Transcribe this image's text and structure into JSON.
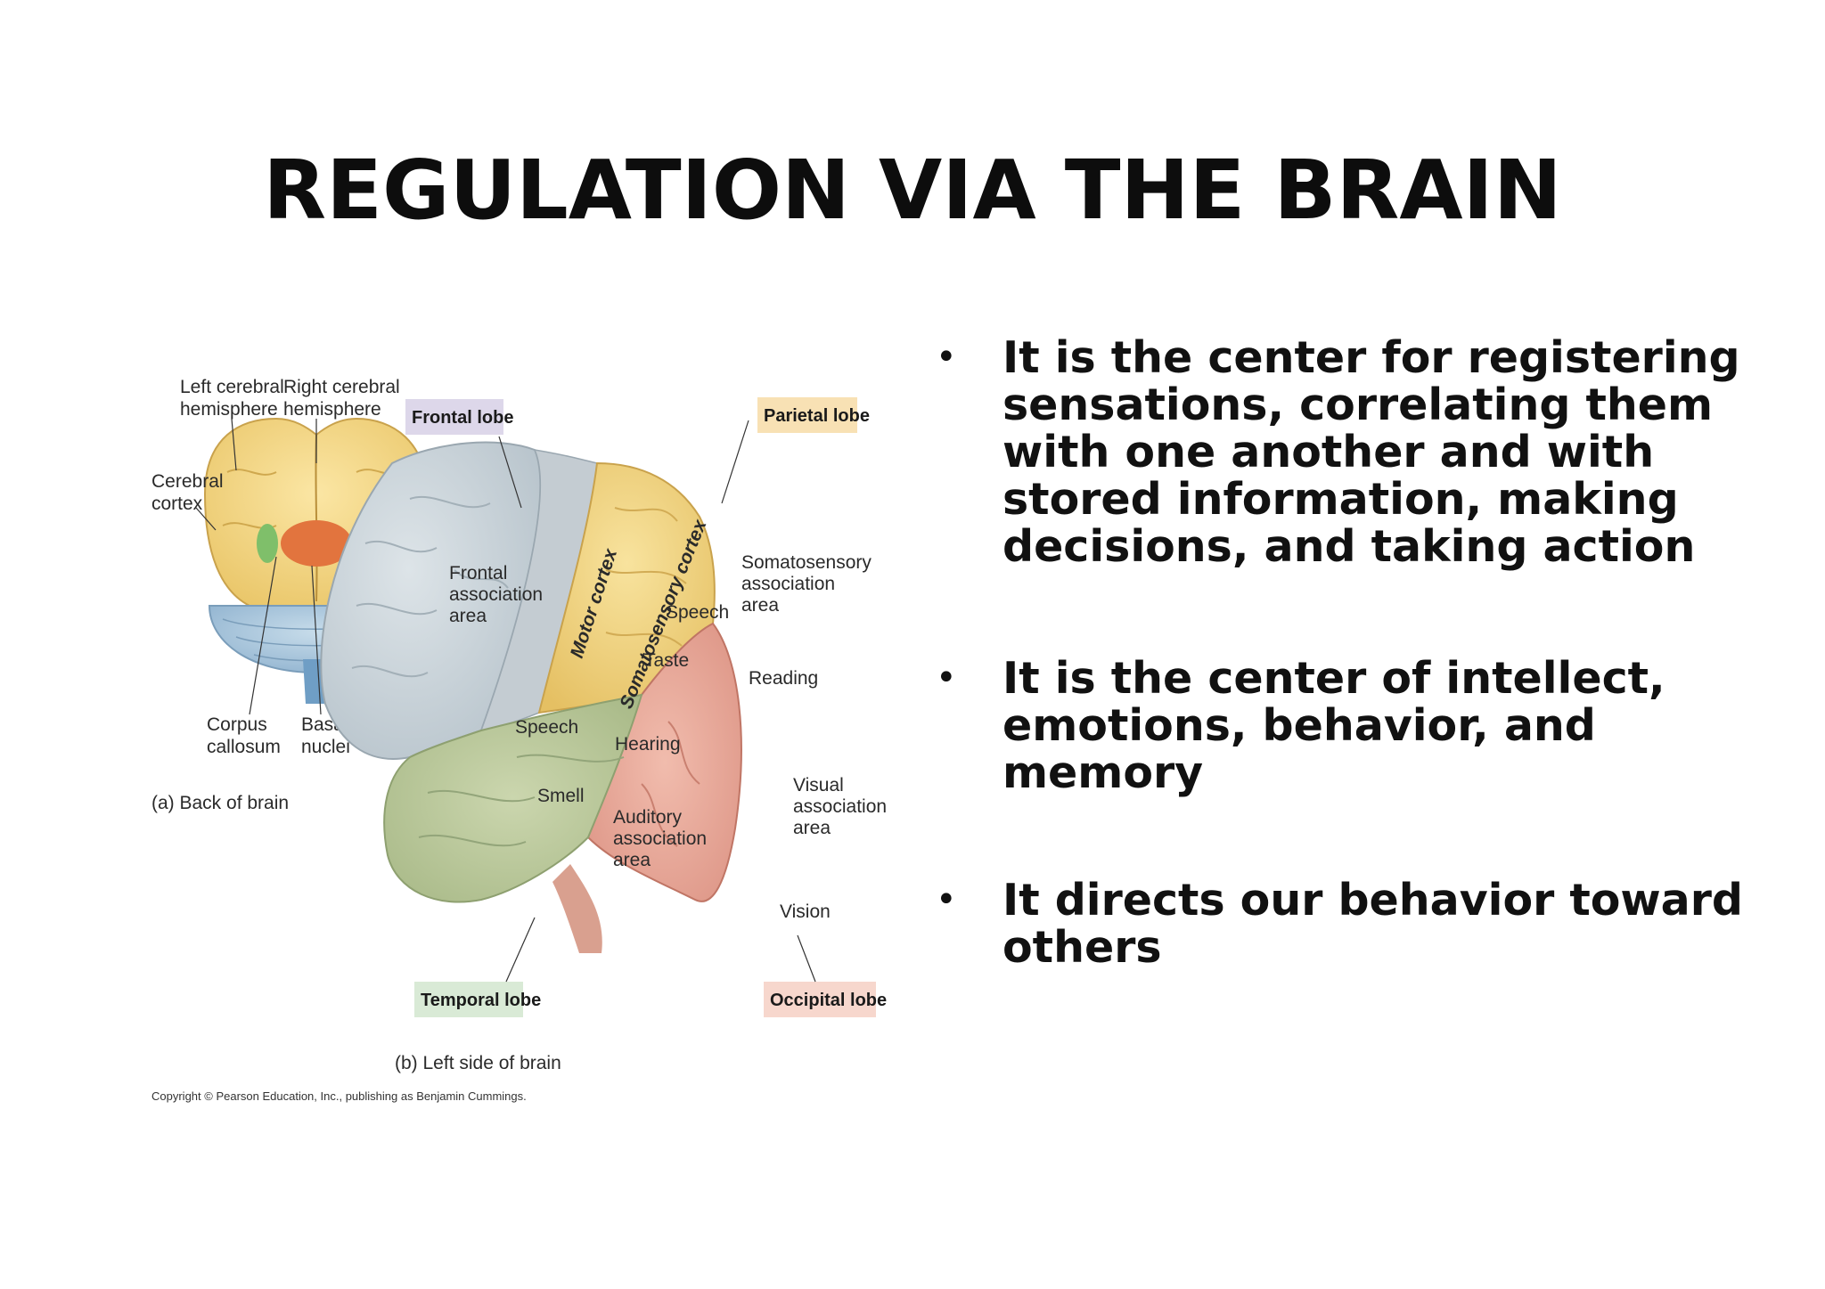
{
  "slide": {
    "title": "REGULATION VIA THE BRAIN",
    "bullet_symbol": "•",
    "bullets": [
      "It is the center for registering sensations, correlating them with one another and with stored information, making decisions, and taking action",
      "It is the center of intellect, emotions, behavior, and memory",
      "It directs our behavior toward others"
    ]
  },
  "figure": {
    "back_view": {
      "left_hemisphere": [
        "Left cerebral",
        "hemisphere"
      ],
      "right_hemisphere": [
        "Right cerebral",
        "hemisphere"
      ],
      "cerebral_cortex": [
        "Cerebral",
        "cortex"
      ],
      "corpus_callosum": [
        "Corpus",
        "callosum"
      ],
      "basal_nuclei": [
        "Basal",
        "nuclei"
      ],
      "caption": "(a) Back of brain"
    },
    "side_view": {
      "frontal_lobe": "Frontal lobe",
      "parietal_lobe": "Parietal lobe",
      "temporal_lobe": "Temporal lobe",
      "occipital_lobe": "Occipital lobe",
      "motor_cortex": "Motor cortex",
      "somatosensory_cortex": "Somatosensory cortex",
      "frontal_association": [
        "Frontal",
        "association",
        "area"
      ],
      "somatosensory_association": [
        "Somatosensory",
        "association",
        "area"
      ],
      "speech_upper": "Speech",
      "taste": "Taste",
      "reading": "Reading",
      "speech_lower": "Speech",
      "hearing": "Hearing",
      "smell": "Smell",
      "auditory_association": [
        "Auditory",
        "association",
        "area"
      ],
      "visual_association": [
        "Visual",
        "association",
        "area"
      ],
      "vision": "Vision",
      "caption": "(b) Left side of brain"
    },
    "copyright": "Copyright © Pearson Education, Inc., publishing as Benjamin Cummings."
  },
  "colors": {
    "frontal": "#c9d3d9",
    "parietal": "#f1d27a",
    "temporal": "#b9c79a",
    "occipital": "#e8a89a",
    "cerebellum": "#a9c6dd",
    "frontal_tag": "#ddd7ea",
    "parietal_tag": "#f8e1b4",
    "temporal_tag": "#d9ead6",
    "occipital_tag": "#f7d7cd"
  }
}
